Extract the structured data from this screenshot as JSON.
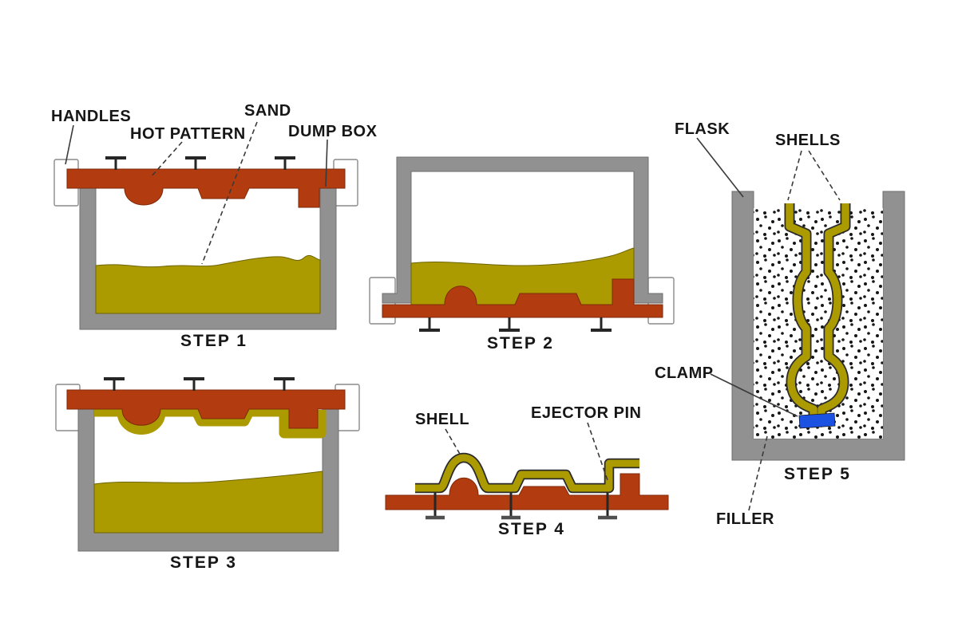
{
  "steps": {
    "step1": {
      "caption": "STEP 1",
      "labels": {
        "handles": "HANDLES",
        "hot_pattern": "HOT PATTERN",
        "sand": "SAND",
        "dump_box": "DUMP BOX"
      }
    },
    "step2": {
      "caption": "STEP 2"
    },
    "step3": {
      "caption": "STEP 3"
    },
    "step4": {
      "caption": "STEP 4",
      "labels": {
        "shell": "SHELL",
        "ejector_pin": "EJECTOR PIN"
      }
    },
    "step5": {
      "caption": "STEP 5",
      "labels": {
        "flask": "FLASK",
        "shells": "SHELLS",
        "clamp": "CLAMP",
        "filler": "FILLER"
      }
    }
  },
  "colors": {
    "box_gray": "#919191",
    "pattern_red": "#B23C10",
    "sand_olive": "#AB9A00",
    "clamp_blue": "#1B52E1",
    "label_black": "#161616"
  }
}
